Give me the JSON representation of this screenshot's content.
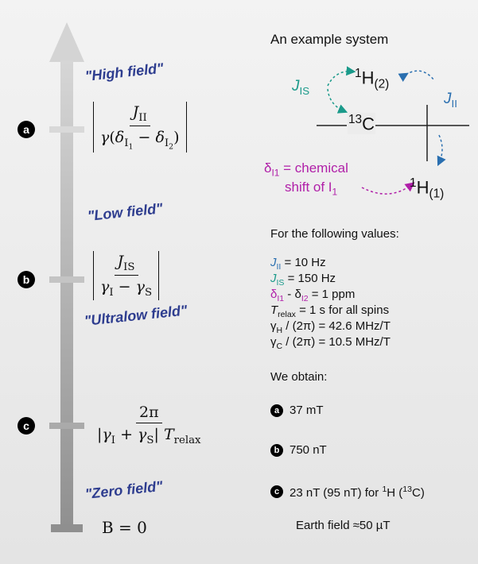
{
  "scale": {
    "regions": [
      "\"High field\"",
      "\"Low field\"",
      "\"Ultralow field\"",
      "\"Zero field\""
    ],
    "markers": [
      "a",
      "b",
      "c"
    ],
    "zero_label": "B = 0"
  },
  "formulas": {
    "a": {
      "numerator": "J",
      "numerator_sub": "II",
      "gamma": "γ",
      "delta": "δ",
      "I1": "I",
      "I1_sub": "1",
      "I2": "I",
      "I2_sub": "2",
      "minus": "−"
    },
    "b": {
      "numerator": "J",
      "numerator_sub": "IS",
      "gamma_I": "γ",
      "gamma_I_sub": "I",
      "minus": "−",
      "gamma_S": "γ",
      "gamma_S_sub": "S"
    },
    "c": {
      "numerator": "2π",
      "gamma_I": "γ",
      "gamma_I_sub": "I",
      "plus": "+",
      "gamma_S": "γ",
      "gamma_S_sub": "S",
      "T": "T",
      "T_sub": "relax"
    }
  },
  "example": {
    "title": "An example system",
    "J_IS": {
      "sym": "J",
      "sub": "IS"
    },
    "J_II": {
      "sym": "J",
      "sub": "II"
    },
    "H2": {
      "sup": "1",
      "sym": "H",
      "sub": "(2)"
    },
    "C13": {
      "sup": "13",
      "sym": "C"
    },
    "H1": {
      "sup": "1",
      "sym": "H",
      "sub": "(1)"
    },
    "shift_line1_pre": "δ",
    "shift_line1_sub": "I1",
    "shift_line1_post": " = chemical",
    "shift_line2_pre": "shift of I",
    "shift_line2_sub": "1"
  },
  "values": {
    "heading": "For the following values:",
    "J_II": {
      "sym": "J",
      "sub": "II",
      "rest": " = 10 Hz"
    },
    "J_IS": {
      "sym": "J",
      "sub": "IS",
      "rest": " = 150 Hz"
    },
    "delta": {
      "a": "δ",
      "a_sub": "I1",
      "mid": " - δ",
      "b_sub": "I2",
      "rest": " = 1 ppm"
    },
    "T_relax": {
      "sym": "T",
      "sub": "relax",
      "rest": " = 1 s for all spins"
    },
    "gamma_H": {
      "sym": "γ",
      "sub": "H",
      "rest": " / (2π) = 42.6 MHz/T"
    },
    "gamma_C": {
      "sym": "γ",
      "sub": "C",
      "rest": " / (2π) = 10.5 MHz/T"
    }
  },
  "results": {
    "heading": "We obtain:",
    "a": "37 mT",
    "b": "750 nT",
    "c_pre": "23 nT (95 nT) for ",
    "c_H_sup": "1",
    "c_H": "H (",
    "c_C_sup": "13",
    "c_C": "C)",
    "earth": "Earth field ≈50 µT"
  },
  "colors": {
    "teal": "#1a9a8a",
    "blue": "#2a6fb0",
    "magenta": "#b01fa8",
    "navy": "#2e3d8f"
  }
}
